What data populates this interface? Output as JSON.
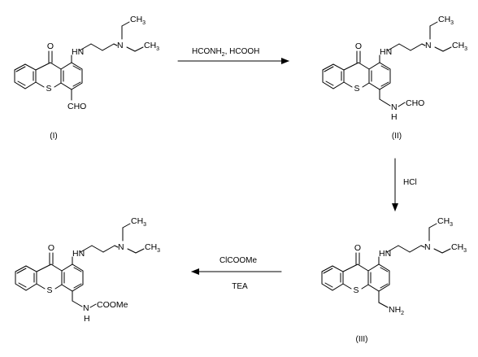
{
  "scheme": {
    "compounds": [
      {
        "label": "(I)",
        "atoms": {
          "O": "O",
          "S": "S",
          "NH": "HN",
          "N": "N",
          "CH3_top": "CH",
          "CH3_right": "CH",
          "sub3": "3",
          "substituent": "CHO"
        }
      },
      {
        "label": "(II)",
        "atoms": {
          "O": "O",
          "S": "S",
          "NH": "HN",
          "N": "N",
          "CH3_top": "CH",
          "CH3_right": "CH",
          "sub3": "3",
          "amide_N": "N",
          "amide_H": "H",
          "formyl": "CHO"
        }
      },
      {
        "label": "(III)",
        "atoms": {
          "O": "O",
          "S": "S",
          "NH": "HN",
          "N": "N",
          "CH3_top": "CH",
          "CH3_right": "CH",
          "sub3": "3",
          "amine": "NH",
          "sub2": "2"
        }
      },
      {
        "label": "",
        "atoms": {
          "O": "O",
          "S": "S",
          "NH": "HN",
          "N": "N",
          "CH3_top": "CH",
          "CH3_right": "CH",
          "sub3": "3",
          "carbamate_N": "N",
          "carbamate_H": "H",
          "carbamate": "COOMe"
        }
      }
    ],
    "steps": [
      {
        "reagent_main": "HCONH",
        "reagent_sub": "2",
        "reagent_rest": ", HCOOH",
        "below": ""
      },
      {
        "reagent": "HCl",
        "below": ""
      },
      {
        "reagent": "ClCOOMe",
        "below": "TEA"
      }
    ]
  }
}
